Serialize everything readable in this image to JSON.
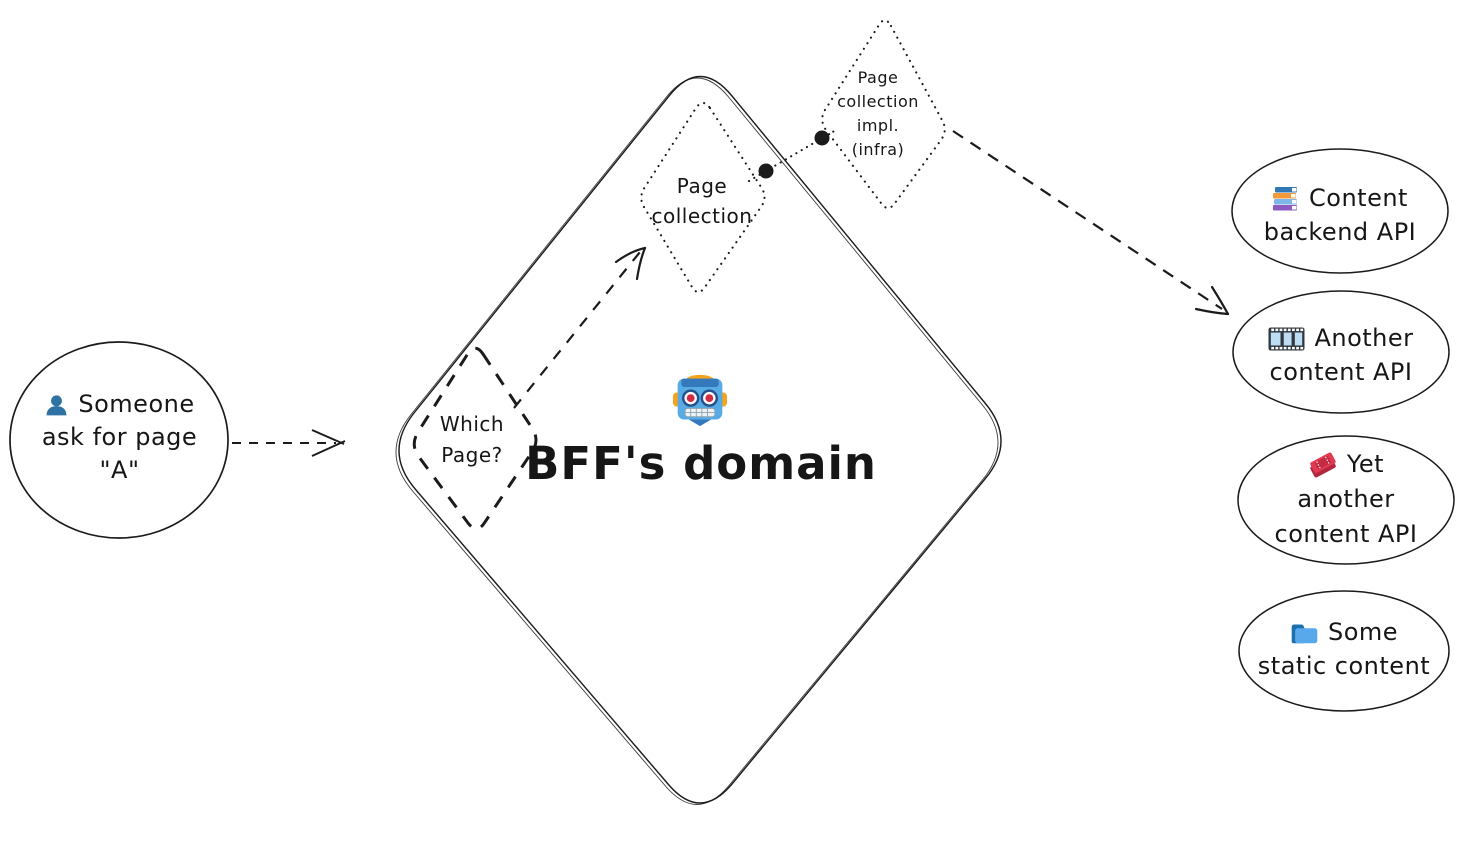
{
  "background": "#ffffff",
  "stroke_color": "#1b1b1b",
  "actor": {
    "icon": "person-icon",
    "lines": [
      "Someone",
      "ask for page",
      "\"A\""
    ]
  },
  "bff": {
    "icon": "robot-icon",
    "title": "BFF's domain"
  },
  "decision": {
    "lines": [
      "Which",
      "Page?"
    ]
  },
  "page_collection": {
    "lines": [
      "Page",
      "collection"
    ]
  },
  "page_collection_impl": {
    "lines": [
      "Page",
      "collection",
      "impl.",
      "(infra)"
    ]
  },
  "backends": [
    {
      "icon": "books-icon",
      "lines": [
        "Content",
        "backend API"
      ]
    },
    {
      "icon": "film-icon",
      "lines": [
        "Another",
        "content API"
      ]
    },
    {
      "icon": "tickets-icon",
      "lines": [
        "Yet",
        "another",
        "content API"
      ]
    },
    {
      "icon": "folder-icon",
      "lines": [
        "Some",
        "static content"
      ]
    }
  ],
  "icon_colors": {
    "person_blue": "#2d72a2",
    "robot_blue": "#57ace5",
    "robot_dark_blue": "#3579bd",
    "robot_orange": "#f7a21b",
    "robot_eye_red": "#d32b44",
    "film_dark": "#31373d",
    "film_light_blue": "#bdddf4",
    "ticket_red": "#e23a52",
    "folder_dark_blue": "#1d6fae",
    "folder_light_blue": "#58a8ec",
    "book_blue": "#3178b5",
    "book_orange": "#f19a37",
    "book_purple": "#8e5bc0"
  }
}
